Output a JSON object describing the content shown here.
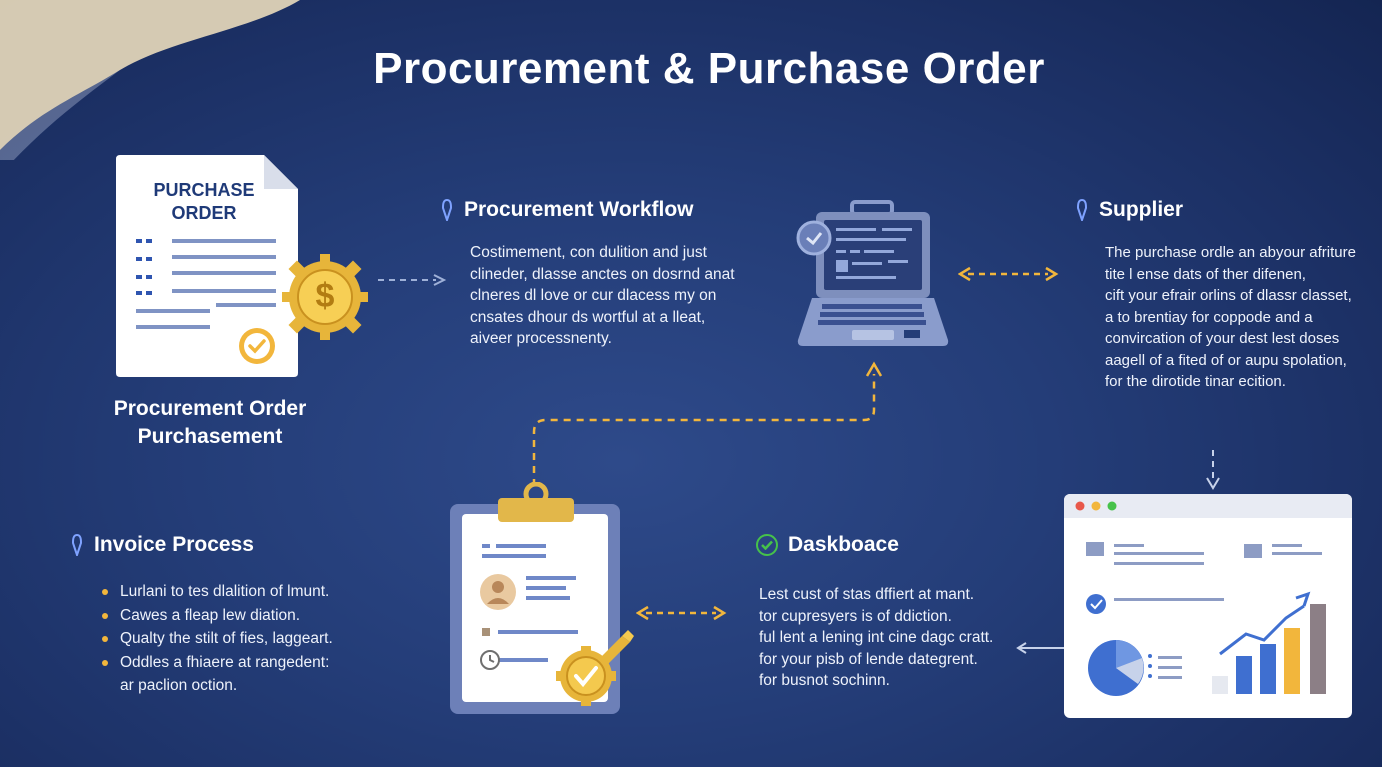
{
  "title": "Procurement & Purchase Order",
  "purchase_order_doc": {
    "header_line1": "PURCHASE",
    "header_line2": "ORDER",
    "currency_symbol": "$",
    "caption_line1": "Procurement Order",
    "caption_line2": "Purchasement"
  },
  "procurement_workflow": {
    "title": "Procurement Workflow",
    "lines": [
      "Costimement, con dulition and just",
      "clineder, dlasse anctes on dosrnd anat",
      "clneres dl love or cur dlacess my on",
      "cnsates dhour ds wortful at a lleat,",
      "aiveer processnenty."
    ]
  },
  "supplier": {
    "title": "Supplier",
    "lines": [
      "The purchase ordle an abyour afriture",
      "tite l ense dats of ther difenen,",
      "cift your efrair orlins of dlassr classet,",
      "a to brentiay for coppode and a",
      "convircation of your dest lest doses",
      "aagell of a fited of or aupu spolation,",
      "for the dirotide tinar ecition."
    ]
  },
  "invoice_process": {
    "title": "Invoice Process",
    "bullets": [
      "Lurlani to tes dlalition of lmunt.",
      "Cawes a fleap lew diation.",
      "Qualty the stilt of fies, laggeart.",
      "Oddles a fhiaere at rangedent:"
    ],
    "continuation": "ar paclion oction."
  },
  "dashboard": {
    "title": "Daskboace",
    "lines": [
      "Lest cust of stas dffiert at mant.",
      "tor cupresyers is of ddiction.",
      "ful lent a lening int cine dagc cratt.",
      "for your pisb of lende dategrent.",
      "for busnot sochinn."
    ]
  },
  "colors": {
    "background": "#243d78",
    "accent_gold": "#f2b63c",
    "arrow_gold": "#f2b63c",
    "check_green": "#46c24a",
    "chart_blue": "#3f6fd0",
    "chart_gold": "#f2b63c",
    "chart_gray": "#8c7f86"
  },
  "icons": [
    "document-icon",
    "coin-gear-icon",
    "laptop-icon",
    "clipboard-icon",
    "dashboard-window-icon",
    "pin-icon",
    "check-icon",
    "badge-check-icon"
  ]
}
